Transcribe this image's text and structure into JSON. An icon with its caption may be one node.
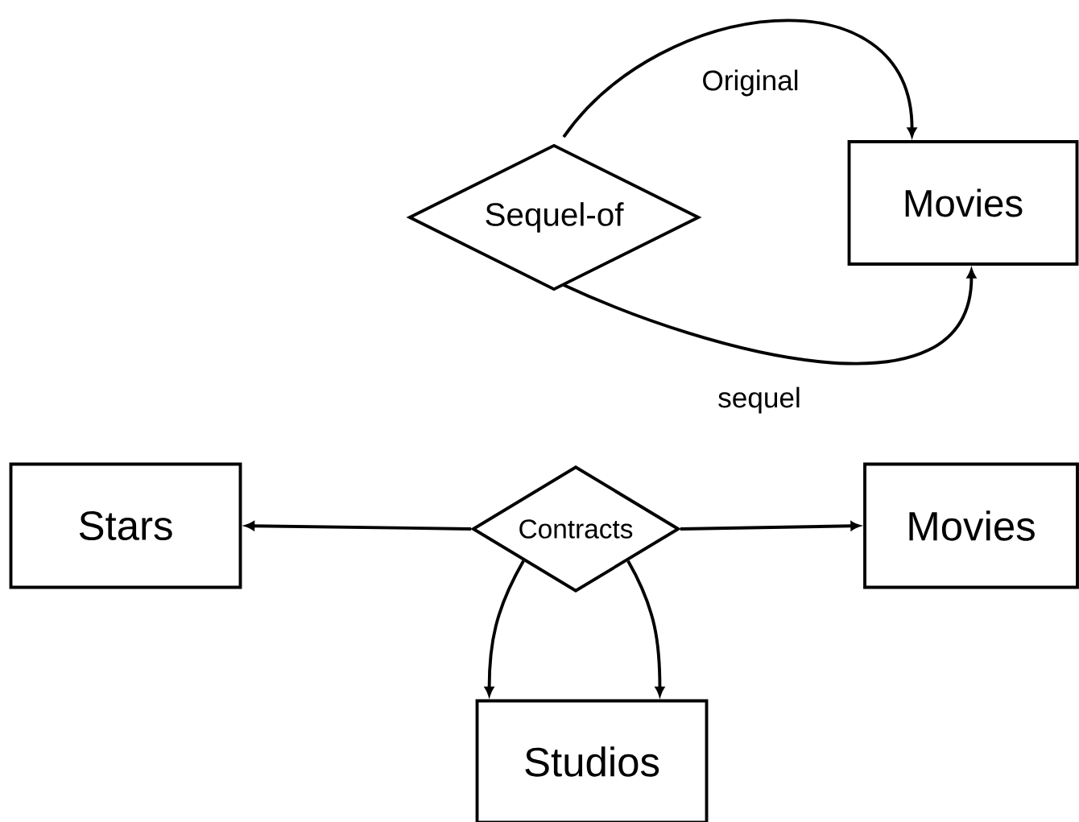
{
  "diagram": {
    "nodes": [
      {
        "text": [
          "Sequel-of"
        ]
      },
      {
        "text": [
          "Movies"
        ]
      },
      {
        "text": [
          "Stars"
        ]
      },
      {
        "text": [
          "Contracts"
        ]
      },
      {
        "text": [
          "Movies"
        ]
      },
      {
        "text": [
          "Studios"
        ]
      }
    ],
    "edges": [
      {
        "from": 0,
        "to": 1,
        "arrow": "to",
        "label": "Original"
      },
      {
        "from": 0,
        "to": 1,
        "arrow": "to",
        "label": "sequel"
      },
      {
        "from": 3,
        "to": 2,
        "arrow": "to"
      },
      {
        "from": 3,
        "to": 4,
        "arrow": "to"
      },
      {
        "from": 3,
        "to": 5,
        "arrow": "to"
      },
      {
        "from": 3,
        "to": 5,
        "arrow": "to"
      }
    ]
  }
}
